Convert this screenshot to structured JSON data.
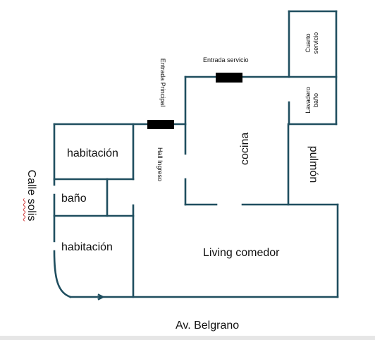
{
  "colors": {
    "wall": "#1f4e5f",
    "door": "#000000",
    "text": "#111111",
    "spellcheck_underline": "#d23c3c",
    "bottom_band": "#e6e6e6"
  },
  "labels": {
    "habitacion_top": "habitación",
    "bano": "baño",
    "habitacion_bottom": "habitación",
    "living_comedor": "Living comedor",
    "cocina": "cocina",
    "pulmon": "pulmón",
    "hall_ingreso": "Hall Ingreso",
    "entrada_principal": "Entrada Principal",
    "entrada_servicio": "Entrada servicio",
    "cuarto_servicio": [
      "Cuarto",
      "servicio"
    ],
    "lavadero_bano": [
      "Lavadero",
      "baño"
    ],
    "calle": [
      "Calle ",
      "solis"
    ],
    "avenida": "Av. Belgrano"
  }
}
